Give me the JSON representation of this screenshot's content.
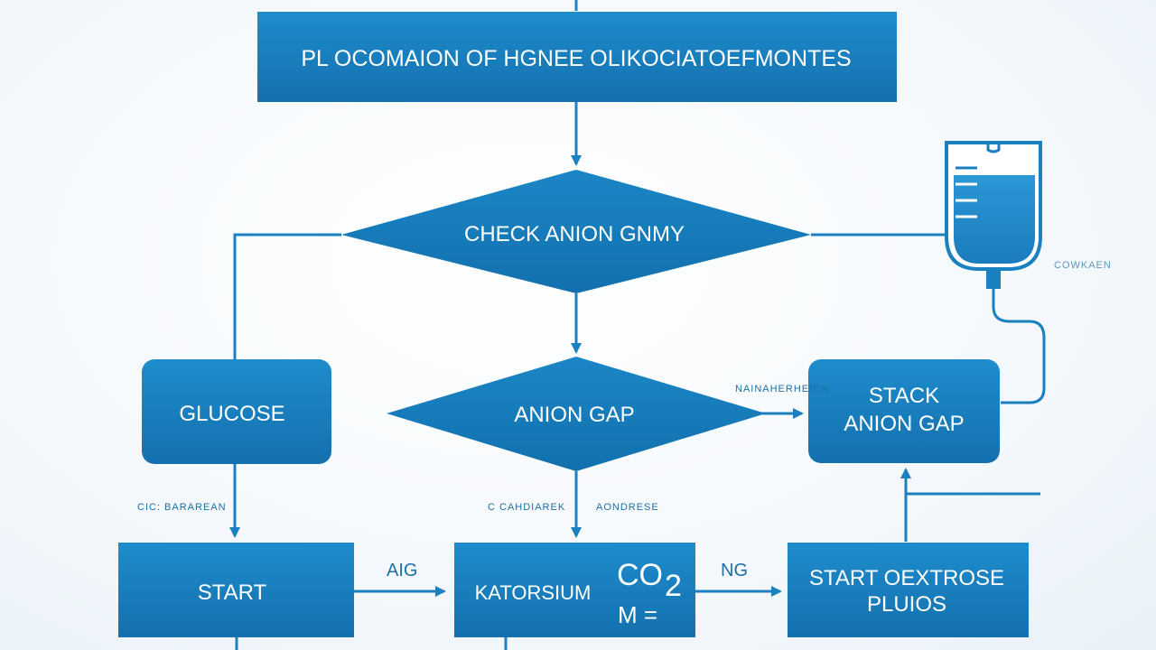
{
  "colors": {
    "box_fill": "#1478b8",
    "box_fill_light": "#1e8ccc",
    "line": "#1a80c0",
    "text": "#ffffff",
    "label": "#1c6fa6",
    "background": "#f5f9fc"
  },
  "header": {
    "title": "PL OCOMAION OF HGNEE OLIKOCIATOEFMONTES"
  },
  "nodes": {
    "check_anion": "CHECK ANION GNMY",
    "anion_gap": "ANION GAP",
    "glucose": "GLUCOSE",
    "stack_line1": "STACK",
    "stack_line2": "ANION GAP",
    "start": "START",
    "katorsium": "KATORSIUM",
    "co2_main": "CO",
    "co2_sub": "2",
    "katorsium_sub": "M =",
    "start_dextrose_line1": "START OEXTROSE",
    "start_dextrose_line2": "PLUIOS"
  },
  "edge_labels": {
    "left_vertical": "CIC: BARAREAN",
    "mid_vertical_left": "C CAHDIAREK",
    "mid_vertical_right": "AONDRESE",
    "to_stack": "NAINAHERHEIEN",
    "start_to_katorsium": "AIG",
    "katorsium_to_dextrose": "NG",
    "iv_bag_label": "COWKAEN"
  },
  "icons": {
    "iv_bag": "iv-bag-icon"
  }
}
